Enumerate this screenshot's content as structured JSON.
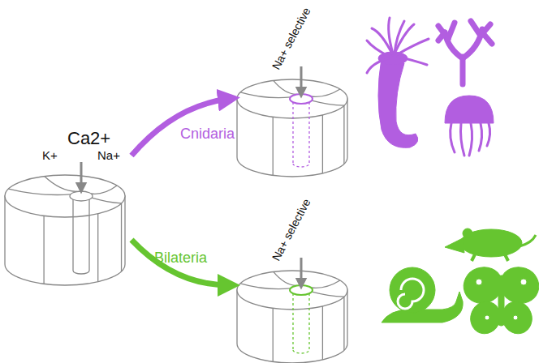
{
  "diagram": {
    "labels": [
      "Ca2+",
      "K+",
      "Na+",
      "Cnidaria",
      "Bilateria",
      "Na+ selective",
      "Na+ selective"
    ]
  }
}
